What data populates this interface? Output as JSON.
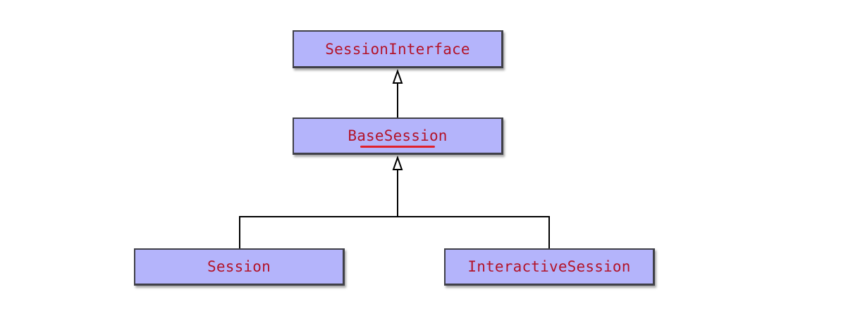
{
  "diagram": {
    "nodes": {
      "session_interface": "SessionInterface",
      "base_session": "BaseSession",
      "session": "Session",
      "interactive_session": "InteractiveSession"
    },
    "colors": {
      "box_fill": "#b4b4fb",
      "box_border": "#404048",
      "label_text": "#b3142a",
      "underline": "#e0202a",
      "connector": "#000000"
    }
  }
}
